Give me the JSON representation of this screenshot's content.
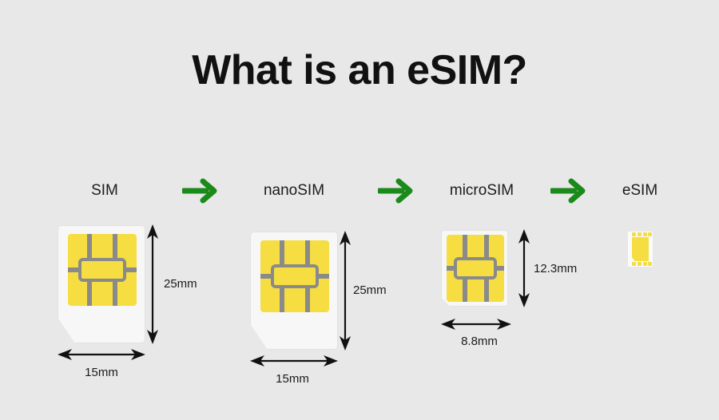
{
  "page": {
    "title": "What is an eSIM?",
    "background_color": "#e8e8e8",
    "text_color": "#1c1c1c",
    "accent_green": "#1a8a1a",
    "chip_yellow": "#f5dd42",
    "chip_contact_gray": "#8a8a8a",
    "card_white": "#f7f7f7"
  },
  "flow": {
    "arrow_icon": "arrow-right-icon",
    "arrow_color": "#1a8a1a",
    "stages": [
      {
        "id": "sim",
        "label": "SIM",
        "height_label": "25mm",
        "width_label": "15mm"
      },
      {
        "id": "nanosim",
        "label": "nanoSIM",
        "height_label": "25mm",
        "width_label": "15mm"
      },
      {
        "id": "microsim",
        "label": "microSIM",
        "height_label": "12.3mm",
        "width_label": "8.8mm"
      },
      {
        "id": "esim",
        "label": "eSIM",
        "height_label": "",
        "width_label": ""
      }
    ]
  }
}
